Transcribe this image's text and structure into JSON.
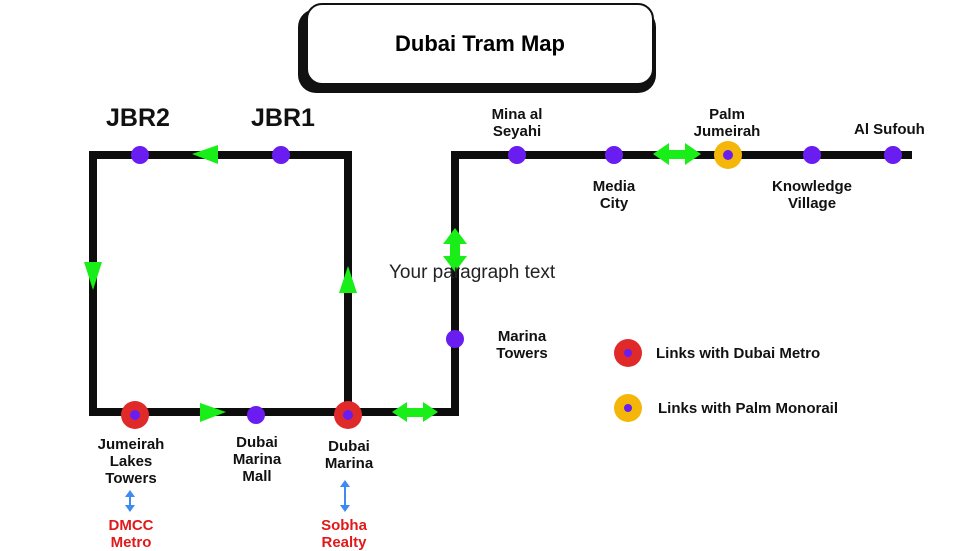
{
  "title": "Dubai Tram Map",
  "labels": {
    "jbr2": "JBR2",
    "jbr1": "JBR1",
    "mina_line1": "Mina al",
    "mina_line2": "Seyahi",
    "palm_line1": "Palm",
    "palm_line2": "Jumeirah",
    "al_sufouh": "Al Sufouh",
    "media_line1": "Media",
    "media_line2": "City",
    "knowledge_line1": "Knowledge",
    "knowledge_line2": "Village",
    "marina_towers_line1": "Marina",
    "marina_towers_line2": "Towers",
    "jlt_line1": "Jumeirah",
    "jlt_line2": "Lakes",
    "jlt_line3": "Towers",
    "mall_line1": "Dubai",
    "mall_line2": "Marina",
    "mall_line3": "Mall",
    "dm_line1": "Dubai",
    "dm_line2": "Marina",
    "dmcc_line1": "DMCC",
    "dmcc_line2": "Metro",
    "sobha_line1": "Sobha",
    "sobha_line2": "Realty"
  },
  "paragraph": "Your paragraph text",
  "legend": {
    "metro": "Links with Dubai Metro",
    "monorail": "Links with Palm Monorail"
  },
  "colors": {
    "track": "#0d0d0d",
    "station": "#6a1df0",
    "metro_link": "#e02a2a",
    "monorail_link": "#f5b60a",
    "arrow": "#19ee19",
    "transfer_arrow": "#3d8af0",
    "transfer_text": "#e01a1a"
  }
}
